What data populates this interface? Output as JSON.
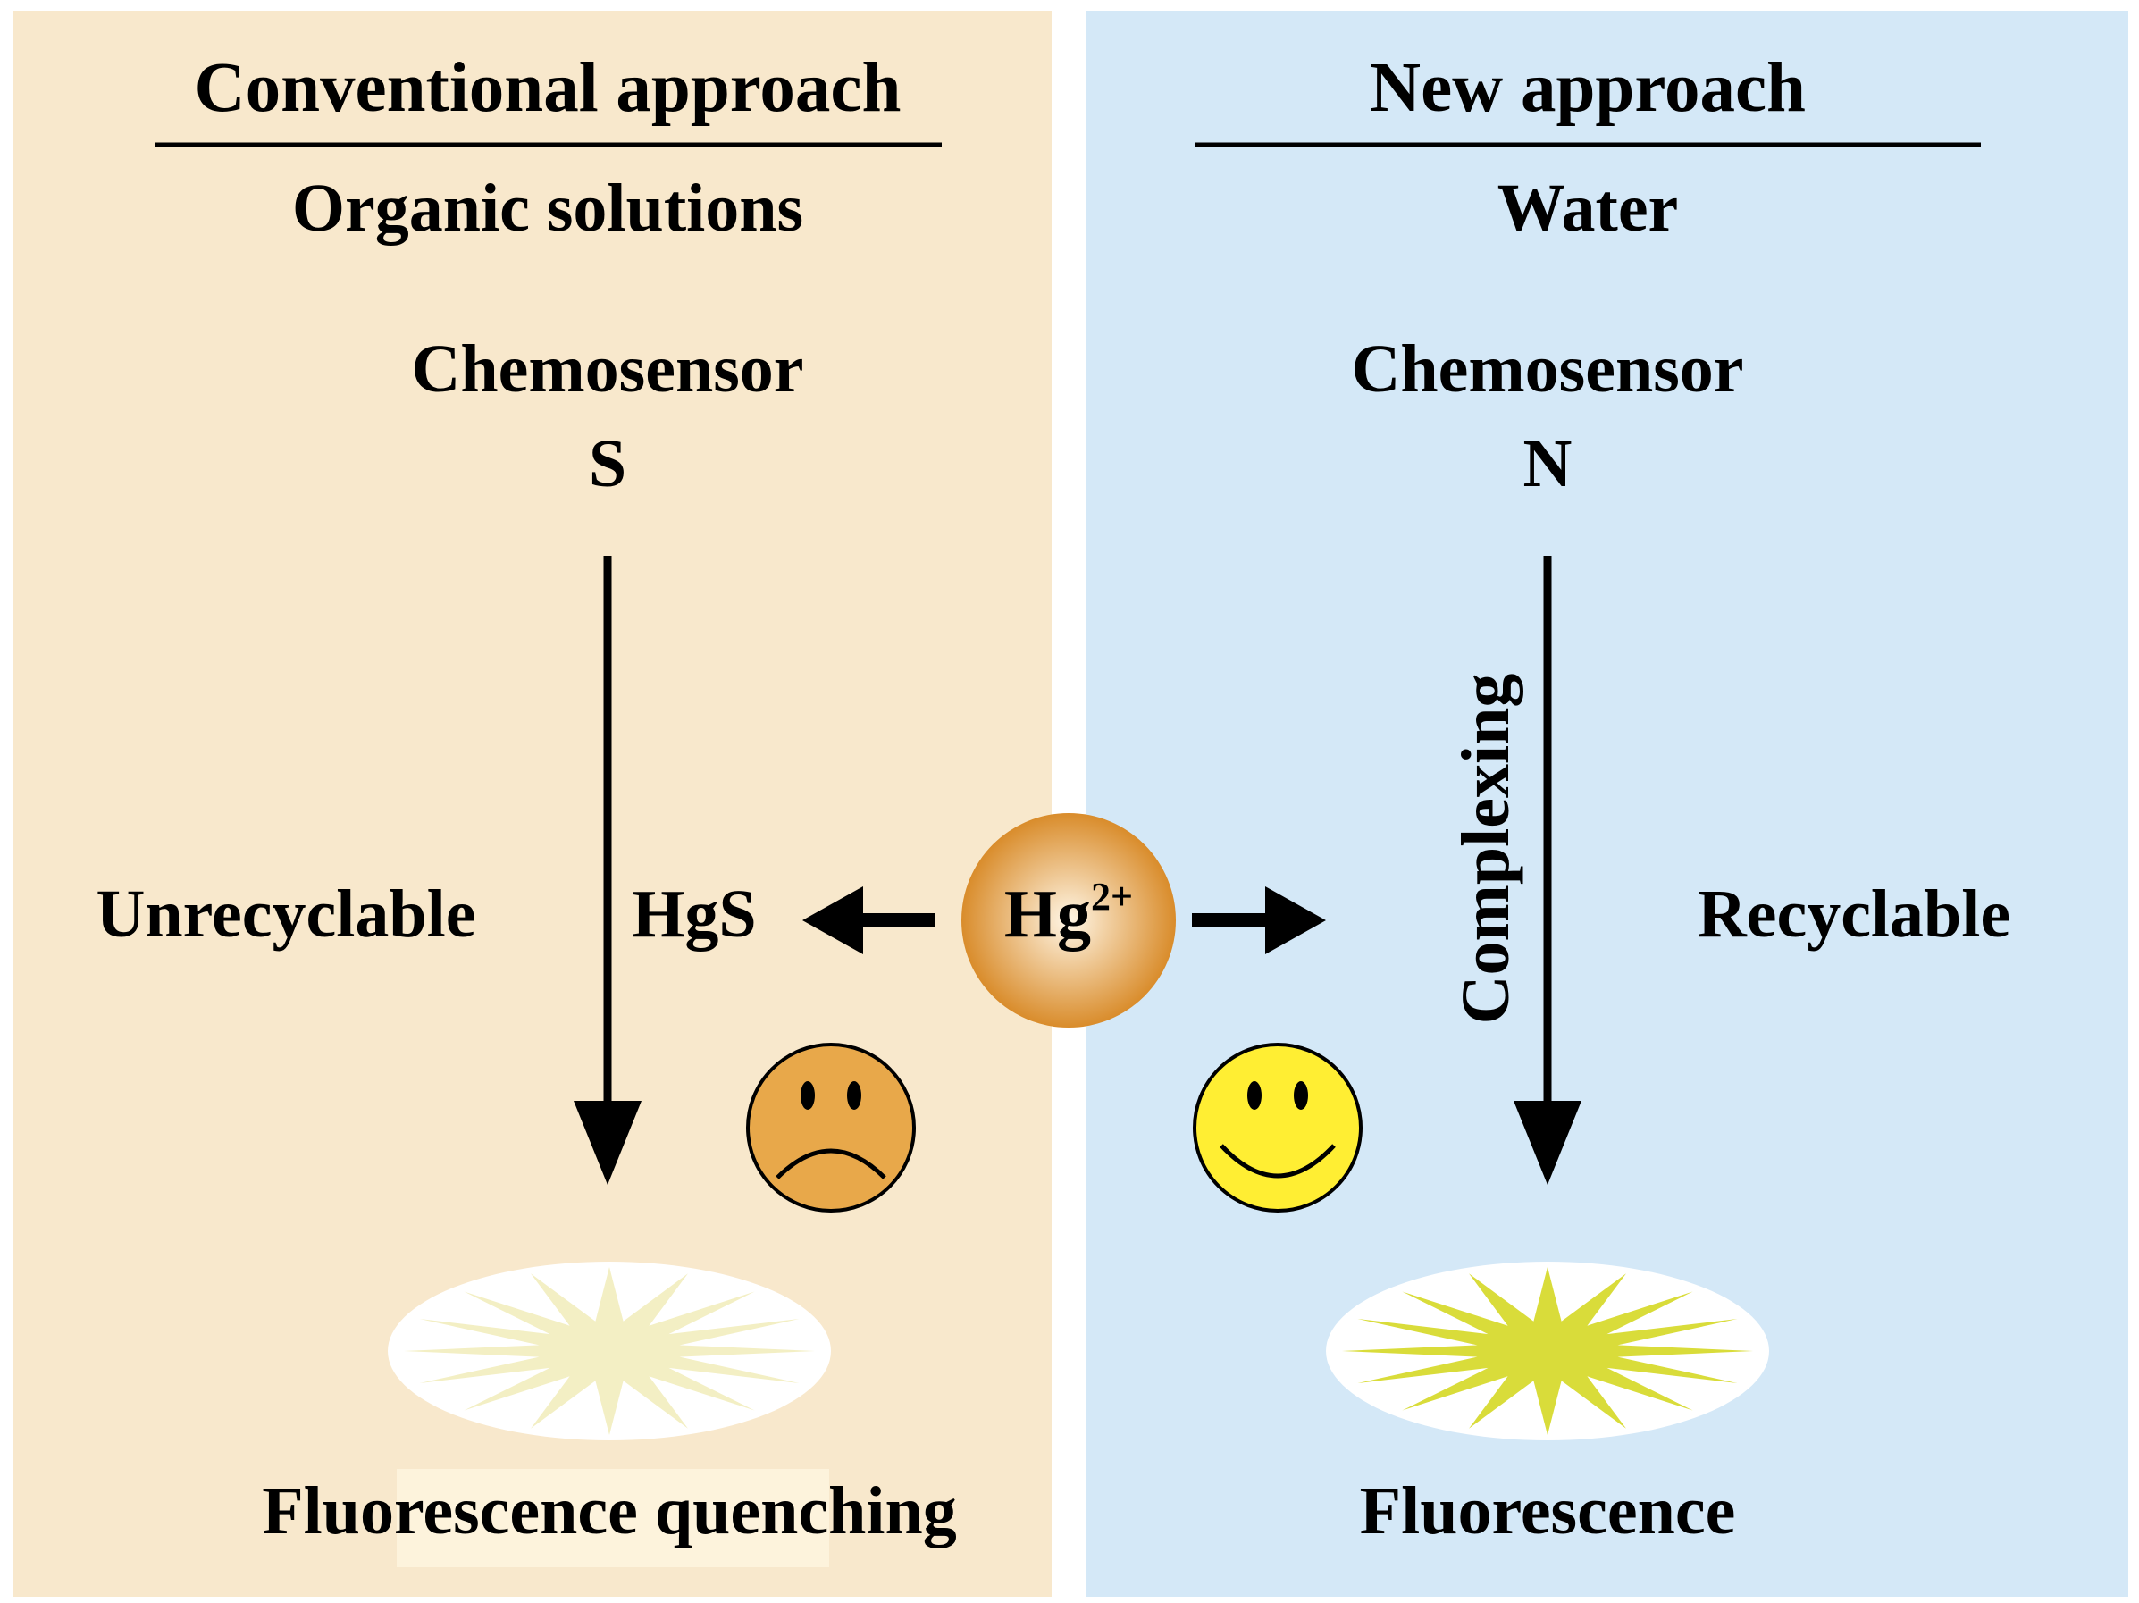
{
  "colors": {
    "left_panel": "#f8e8cc",
    "right_panel": "#d4e8f7",
    "hg_ball_center": "#fff6e6",
    "hg_ball_edge": "#d98c2b",
    "sad_face": "#e8a84a",
    "happy_face": "#ffee33",
    "star_faint": "#f3efc4",
    "star_bright": "#d9dc3a"
  },
  "left_panel": {
    "title": "Conventional approach",
    "subtitle": "Organic solutions",
    "sensor_label": "Chemosensor",
    "sensor_atom": "S",
    "side_label": "Unrecyclable",
    "product": "HgS",
    "emoji": "sad-face",
    "result": "Fluorescence quenching"
  },
  "center": {
    "ion": "Hg",
    "charge": "2+"
  },
  "right_panel": {
    "title": "New approach",
    "subtitle": "Water",
    "sensor_label": "Chemosensor",
    "sensor_atom": "N",
    "process": "Complexing",
    "side_label": "Recyclable",
    "emoji": "happy-face",
    "result": "Fluorescence"
  }
}
